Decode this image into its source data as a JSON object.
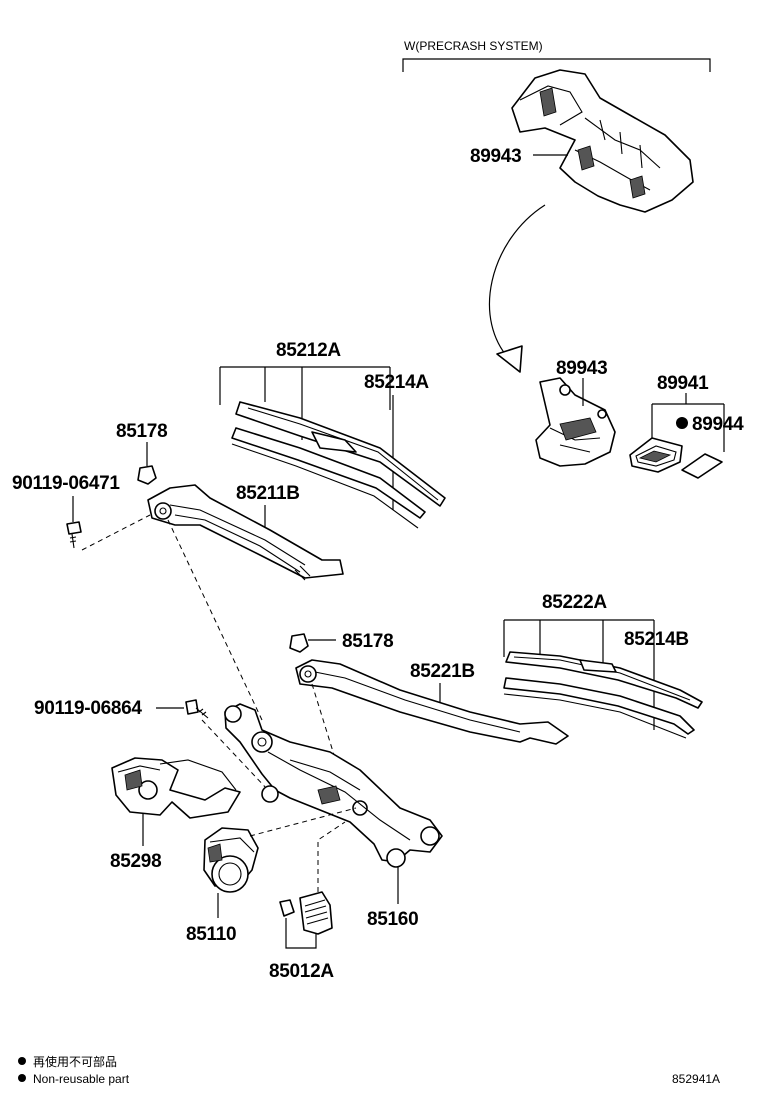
{
  "header": {
    "variant_label": "W(PRECRASH SYSTEM)"
  },
  "parts": {
    "p89943_top": "89943",
    "p89943_mid": "89943",
    "p89941": "89941",
    "p89944": "89944",
    "p85212A": "85212A",
    "p85214A": "85214A",
    "p85178_top": "85178",
    "p90119_06471": "90119-06471",
    "p85211B": "85211B",
    "p85222A": "85222A",
    "p85214B": "85214B",
    "p85178_mid": "85178",
    "p85221B": "85221B",
    "p90119_06864": "90119-06864",
    "p85298": "85298",
    "p85110": "85110",
    "p85160": "85160",
    "p85012A": "85012A"
  },
  "legend": {
    "line1": "再使用不可部品",
    "line2": "Non-reusable part"
  },
  "footer": {
    "figure_code": "852941A"
  }
}
